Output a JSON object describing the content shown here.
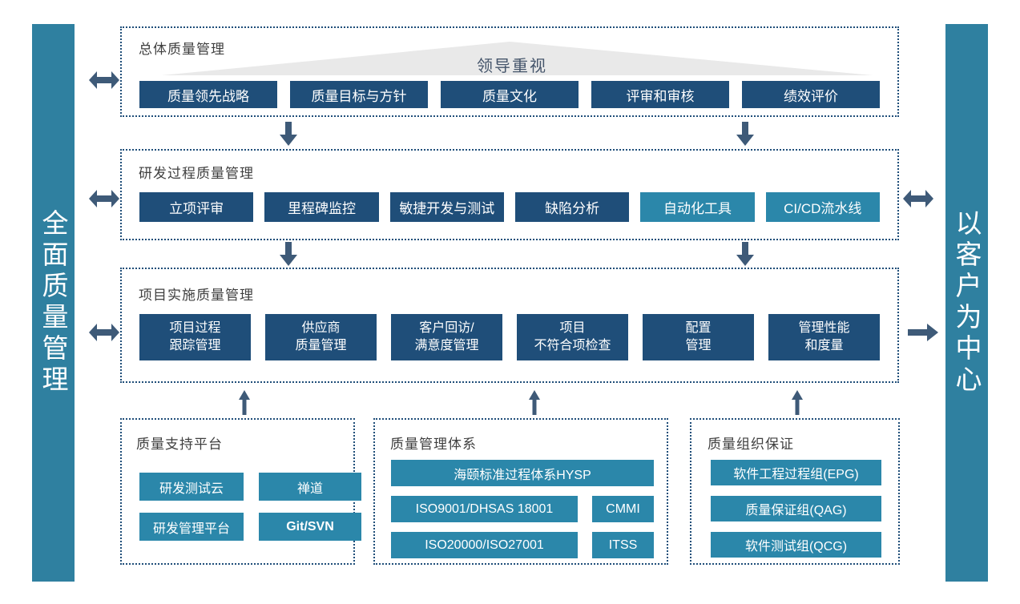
{
  "colors": {
    "navy_button": "#1F4E79",
    "teal_button": "#2B87AA",
    "side_bar": "#2F80A0",
    "dotted_border": "#1F4E79",
    "arrow": "#3E5A78",
    "banner_triangle": "#E9E9E9",
    "banner_text": "#44546A",
    "title_text": "#3F3F3F"
  },
  "left_bar": {
    "label": "全面质量管理"
  },
  "right_bar": {
    "label": "以客户为中心"
  },
  "overall": {
    "title": "总体质量管理",
    "banner_label": "领导重视",
    "buttons": [
      "质量领先战略",
      "质量目标与方针",
      "质量文化",
      "评审和审核",
      "绩效评价"
    ]
  },
  "rd_process": {
    "title": "研发过程质量管理",
    "buttons": [
      "立项评审",
      "里程碑监控",
      "敏捷开发与测试",
      "缺陷分析",
      "自动化工具",
      "CI/CD流水线"
    ]
  },
  "project_impl": {
    "title": "项目实施质量管理",
    "buttons": [
      "项目过程\n跟踪管理",
      "供应商\n质量管理",
      "客户回访/\n满意度管理",
      "项目\n不符合项检查",
      "配置\n管理",
      "管理性能\n和度量"
    ]
  },
  "support_platform": {
    "title": "质量支持平台",
    "buttons": [
      "研发测试云",
      "禅道",
      "研发管理平台",
      "Git/SVN"
    ]
  },
  "quality_system": {
    "title": "质量管理体系",
    "wide_button": "海颐标准过程体系HYSP",
    "buttons": [
      "ISO9001/DHSAS 18001",
      "CMMI",
      "ISO20000/ISO27001",
      "ITSS"
    ]
  },
  "organization": {
    "title": "质量组织保证",
    "buttons": [
      "软件工程过程组(EPG)",
      "质量保证组(QAG)",
      "软件测试组(QCG)"
    ]
  }
}
